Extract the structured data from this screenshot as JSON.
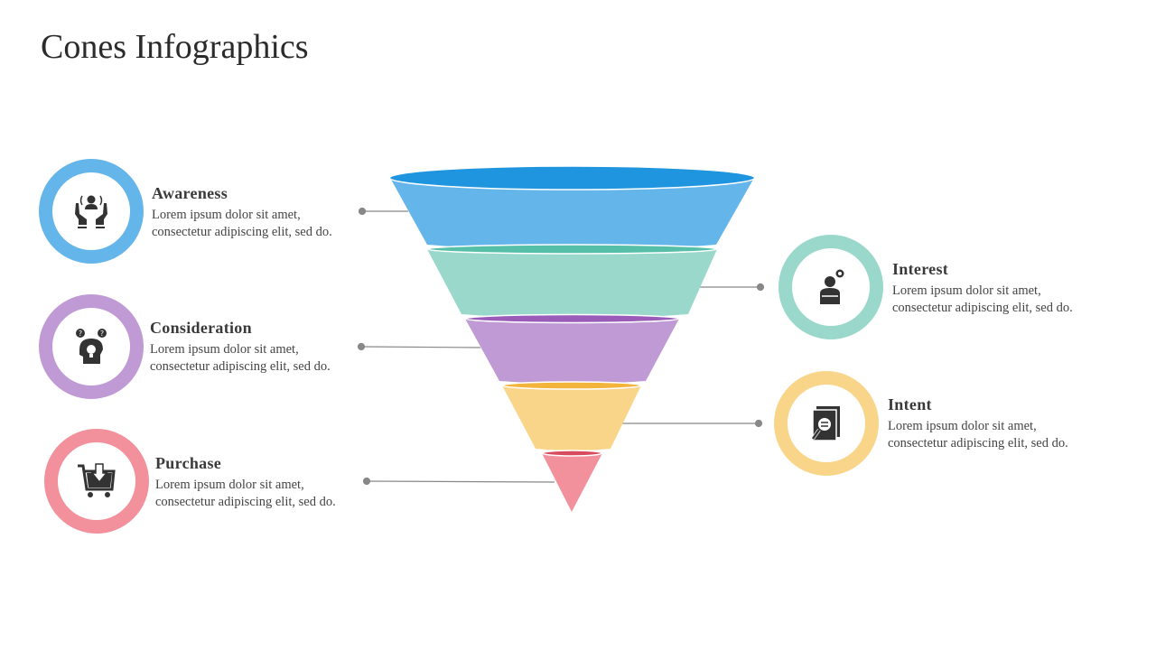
{
  "title": "Cones Infographics",
  "stages": [
    {
      "name": "Awareness",
      "text1": "Lorem ipsum dolor sit amet,",
      "text2": "consectetur adipiscing elit, sed do.",
      "color": "#64b5ea",
      "icon": "hands-person-icon"
    },
    {
      "name": "Interest",
      "text1": "Lorem ipsum dolor sit amet,",
      "text2": "consectetur adipiscing elit, sed do.",
      "color": "#9ad8cc",
      "icon": "person-thinking-icon"
    },
    {
      "name": "Consideration",
      "text1": "Lorem ipsum dolor sit amet,",
      "text2": "consectetur adipiscing elit, sed do.",
      "color": "#bf9ad5",
      "icon": "head-lightbulb-icon"
    },
    {
      "name": "Intent",
      "text1": "Lorem ipsum dolor sit amet,",
      "text2": "consectetur adipiscing elit, sed do.",
      "color": "#f9d58a",
      "icon": "document-search-icon"
    },
    {
      "name": "Purchase",
      "text1": "Lorem ipsum dolor sit amet,",
      "text2": "consectetur adipiscing elit, sed do.",
      "color": "#f2909c",
      "icon": "shopping-cart-icon"
    }
  ]
}
